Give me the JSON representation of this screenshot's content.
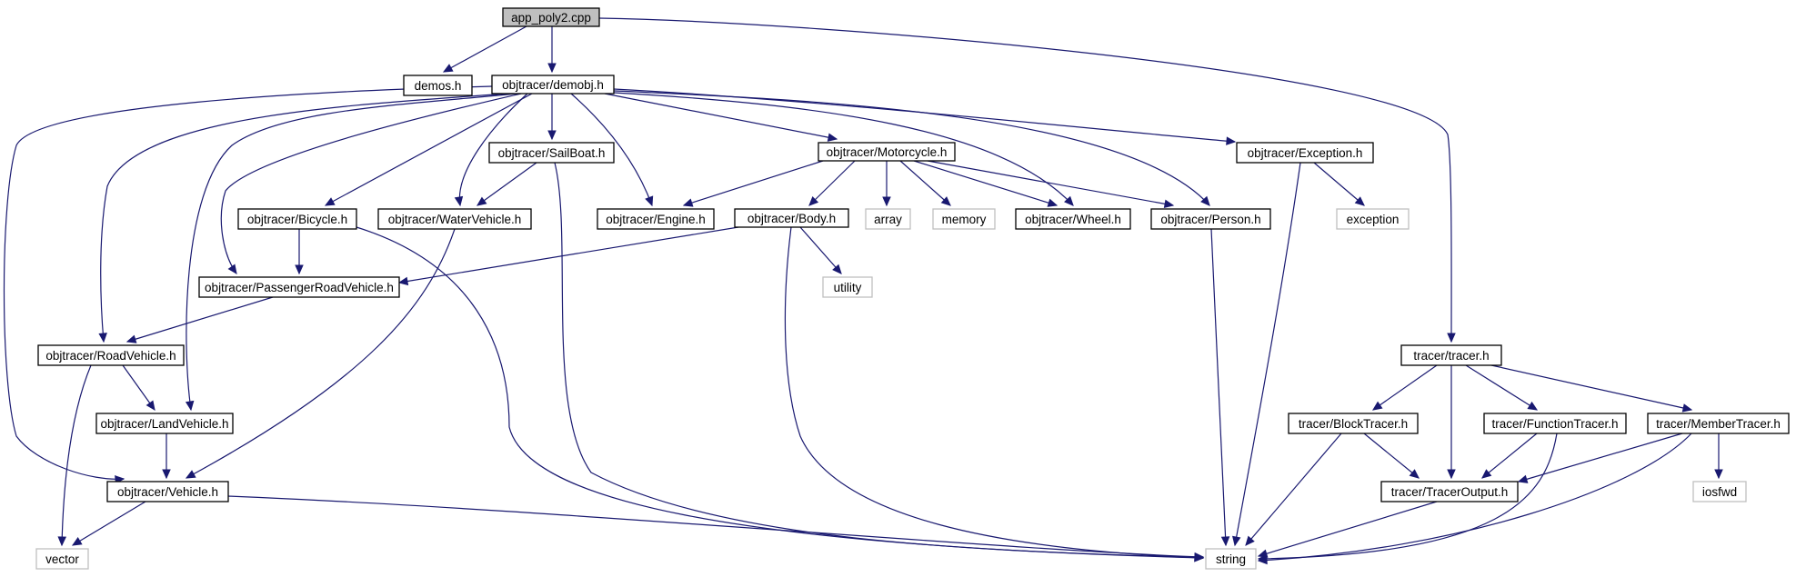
{
  "graph": {
    "nodes": [
      {
        "id": "app_poly2",
        "label": "app_poly2.cpp",
        "kind": "root"
      },
      {
        "id": "demos",
        "label": "demos.h",
        "kind": "doc"
      },
      {
        "id": "demobj",
        "label": "objtracer/demobj.h",
        "kind": "doc"
      },
      {
        "id": "sailboat",
        "label": "objtracer/SailBoat.h",
        "kind": "doc"
      },
      {
        "id": "motorcycle",
        "label": "objtracer/Motorcycle.h",
        "kind": "doc"
      },
      {
        "id": "exception_h",
        "label": "objtracer/Exception.h",
        "kind": "doc"
      },
      {
        "id": "bicycle",
        "label": "objtracer/Bicycle.h",
        "kind": "doc"
      },
      {
        "id": "watervehicle",
        "label": "objtracer/WaterVehicle.h",
        "kind": "doc"
      },
      {
        "id": "engine",
        "label": "objtracer/Engine.h",
        "kind": "doc"
      },
      {
        "id": "body",
        "label": "objtracer/Body.h",
        "kind": "doc"
      },
      {
        "id": "array",
        "label": "array",
        "kind": "ext"
      },
      {
        "id": "memory",
        "label": "memory",
        "kind": "ext"
      },
      {
        "id": "wheel",
        "label": "objtracer/Wheel.h",
        "kind": "doc"
      },
      {
        "id": "person",
        "label": "objtracer/Person.h",
        "kind": "doc"
      },
      {
        "id": "exception",
        "label": "exception",
        "kind": "ext"
      },
      {
        "id": "passenger",
        "label": "objtracer/PassengerRoadVehicle.h",
        "kind": "doc"
      },
      {
        "id": "utility",
        "label": "utility",
        "kind": "ext"
      },
      {
        "id": "roadvehicle",
        "label": "objtracer/RoadVehicle.h",
        "kind": "doc"
      },
      {
        "id": "tracer",
        "label": "tracer/tracer.h",
        "kind": "doc"
      },
      {
        "id": "landvehicle",
        "label": "objtracer/LandVehicle.h",
        "kind": "doc"
      },
      {
        "id": "blocktracer",
        "label": "tracer/BlockTracer.h",
        "kind": "doc"
      },
      {
        "id": "functiontracer",
        "label": "tracer/FunctionTracer.h",
        "kind": "doc"
      },
      {
        "id": "membertracer",
        "label": "tracer/MemberTracer.h",
        "kind": "doc"
      },
      {
        "id": "vehicle",
        "label": "objtracer/Vehicle.h",
        "kind": "doc"
      },
      {
        "id": "traceroutput",
        "label": "tracer/TracerOutput.h",
        "kind": "doc"
      },
      {
        "id": "iosfwd",
        "label": "iosfwd",
        "kind": "ext"
      },
      {
        "id": "vector",
        "label": "vector",
        "kind": "ext"
      },
      {
        "id": "string",
        "label": "string",
        "kind": "ext"
      }
    ],
    "edges": [
      [
        "app_poly2",
        "demos"
      ],
      [
        "app_poly2",
        "demobj"
      ],
      [
        "app_poly2",
        "tracer"
      ],
      [
        "demobj",
        "sailboat"
      ],
      [
        "demobj",
        "motorcycle"
      ],
      [
        "demobj",
        "exception_h"
      ],
      [
        "demobj",
        "bicycle"
      ],
      [
        "demobj",
        "watervehicle"
      ],
      [
        "demobj",
        "engine"
      ],
      [
        "demobj",
        "wheel"
      ],
      [
        "demobj",
        "person"
      ],
      [
        "demobj",
        "passenger"
      ],
      [
        "demobj",
        "roadvehicle"
      ],
      [
        "demobj",
        "landvehicle"
      ],
      [
        "demobj",
        "vehicle"
      ],
      [
        "sailboat",
        "watervehicle"
      ],
      [
        "sailboat",
        "string"
      ],
      [
        "motorcycle",
        "engine"
      ],
      [
        "motorcycle",
        "body"
      ],
      [
        "motorcycle",
        "array"
      ],
      [
        "motorcycle",
        "memory"
      ],
      [
        "motorcycle",
        "wheel"
      ],
      [
        "motorcycle",
        "person"
      ],
      [
        "exception_h",
        "exception"
      ],
      [
        "exception_h",
        "string"
      ],
      [
        "bicycle",
        "passenger"
      ],
      [
        "bicycle",
        "string"
      ],
      [
        "watervehicle",
        "vehicle"
      ],
      [
        "body",
        "passenger"
      ],
      [
        "body",
        "utility"
      ],
      [
        "body",
        "string"
      ],
      [
        "person",
        "string"
      ],
      [
        "passenger",
        "roadvehicle"
      ],
      [
        "roadvehicle",
        "landvehicle"
      ],
      [
        "roadvehicle",
        "vector"
      ],
      [
        "landvehicle",
        "vehicle"
      ],
      [
        "vehicle",
        "vector"
      ],
      [
        "vehicle",
        "string"
      ],
      [
        "tracer",
        "blocktracer"
      ],
      [
        "tracer",
        "traceroutput"
      ],
      [
        "tracer",
        "functiontracer"
      ],
      [
        "tracer",
        "membertracer"
      ],
      [
        "blocktracer",
        "traceroutput"
      ],
      [
        "blocktracer",
        "string"
      ],
      [
        "functiontracer",
        "traceroutput"
      ],
      [
        "functiontracer",
        "string"
      ],
      [
        "membertracer",
        "traceroutput"
      ],
      [
        "membertracer",
        "iosfwd"
      ],
      [
        "membertracer",
        "string"
      ],
      [
        "traceroutput",
        "string"
      ]
    ]
  }
}
